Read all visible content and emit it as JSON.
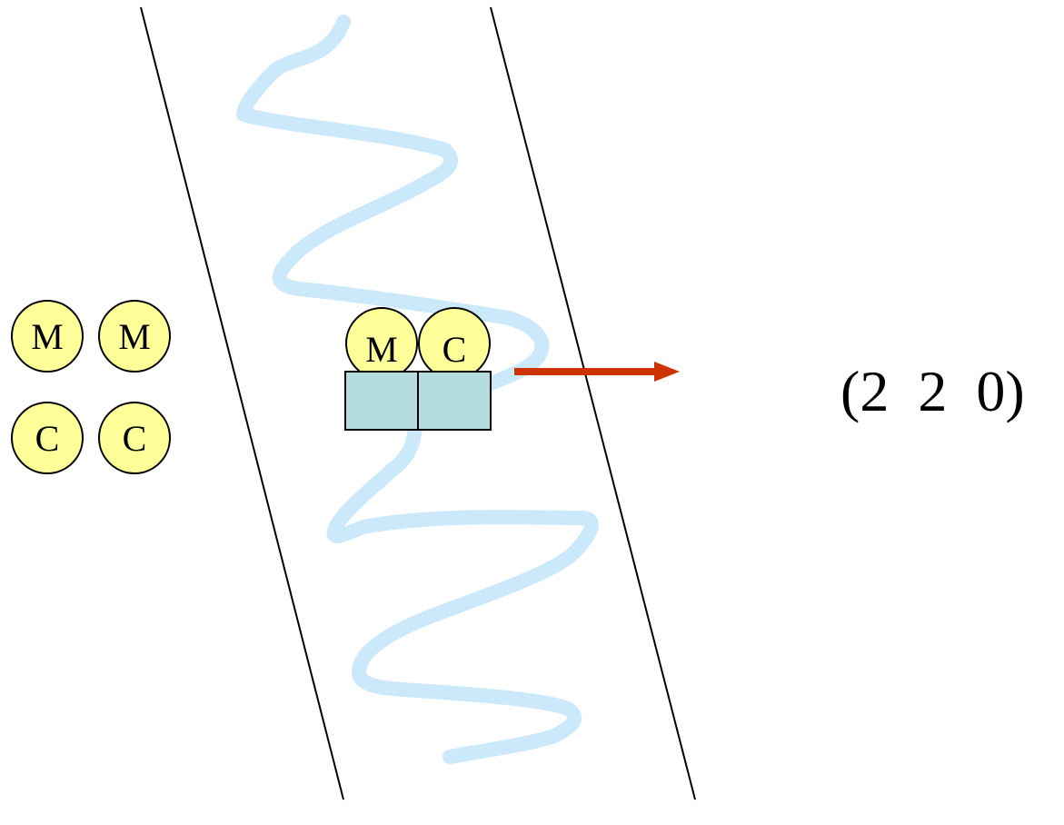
{
  "left_bank": {
    "tokens": [
      {
        "label": "M"
      },
      {
        "label": "M"
      },
      {
        "label": "C"
      },
      {
        "label": "C"
      }
    ]
  },
  "boat": {
    "passengers": [
      {
        "label": "M"
      },
      {
        "label": "C"
      }
    ],
    "direction": "right"
  },
  "state": {
    "text": "(2  2  0)"
  },
  "colors": {
    "token_fill": "#ffff99",
    "boat_fill": "#b5dde0",
    "river": "#cce9fb",
    "arrow": "#cc3300",
    "bank_line": "#000000"
  }
}
